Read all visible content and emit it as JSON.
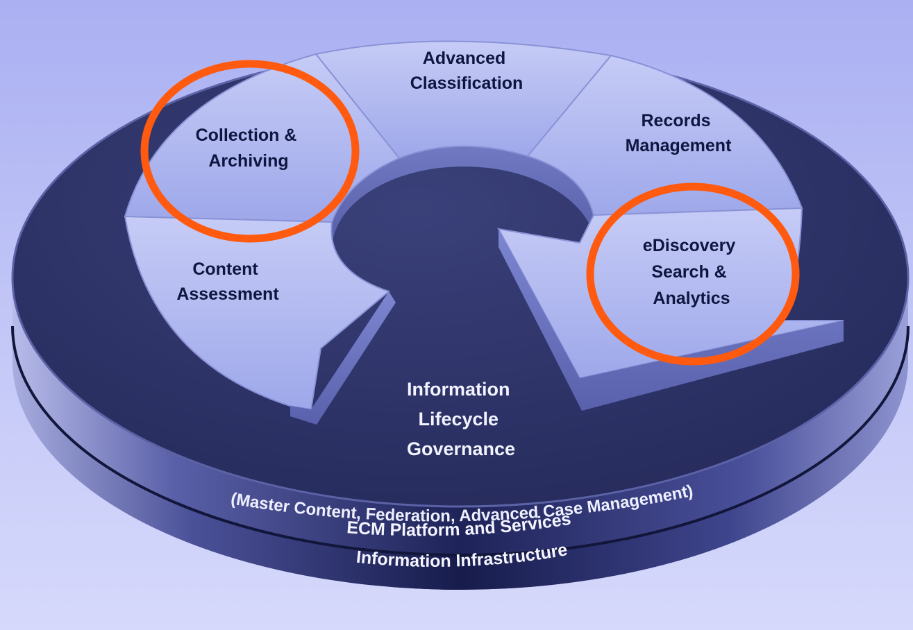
{
  "diagram": {
    "segments": {
      "advanced_classification": [
        "Advanced",
        "Classification"
      ],
      "records_management": [
        "Records",
        "Management"
      ],
      "collection_archiving": [
        "Collection &",
        "Archiving"
      ],
      "content_assessment": [
        "Content",
        "Assessment"
      ],
      "ediscovery": [
        "eDiscovery",
        "Search &",
        "Analytics"
      ]
    },
    "governance": [
      "Information",
      "Lifecycle",
      "Governance"
    ],
    "platform": {
      "title": "ECM Platform and Services",
      "subtitle": "(Master Content, Federation, Advanced Case Management)"
    },
    "infrastructure": "Information Infrastructure",
    "highlighted": [
      "Collection & Archiving",
      "eDiscovery Search & Analytics"
    ]
  },
  "colors": {
    "background": "#aab0f2",
    "disk_top": "#2e3366",
    "segment_fill": "#b3bcf2",
    "highlight_ring": "#ff5a0f",
    "segment_text": "#0e1640",
    "band_text": "#f4f5ff"
  }
}
